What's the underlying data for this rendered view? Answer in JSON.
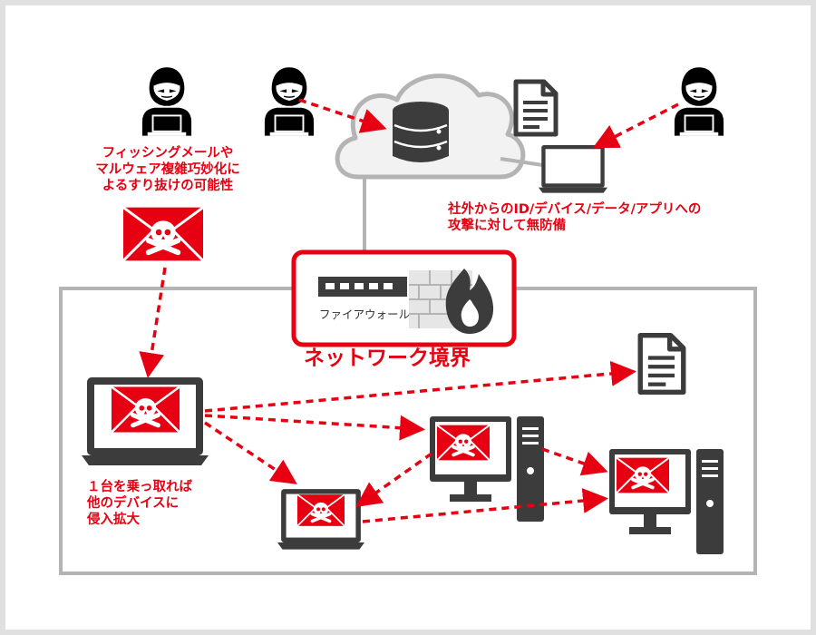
{
  "labels": {
    "phishing": [
      "フィッシングメールや",
      "マルウェア複雑巧妙化に",
      "よるすり抜けの可能性"
    ],
    "external": [
      "社外からのID/デバイス/データ/アプリへの",
      "攻撃に対して無防備"
    ],
    "firewall": "ファイアウォール",
    "boundary": "ネットワーク境界",
    "spread": [
      "１台を乗っ取れば",
      "他のデバイスに",
      "侵入拡大"
    ]
  },
  "icons": {
    "attacker": "hooded-hacker-icon",
    "cloud": "cloud-icon",
    "database": "database-icon",
    "document": "document-icon",
    "laptop": "laptop-icon",
    "desktop": "desktop-computer-icon",
    "malware": "skull-envelope-icon",
    "firewall": "firewall-icon",
    "switch": "network-switch-icon"
  },
  "colors": {
    "accent": "#e60012",
    "icon": "#3c3c3c",
    "line": "#b4b4b4",
    "cloud_fill": "#f2f2f2",
    "frame": "#e0e0e0"
  }
}
